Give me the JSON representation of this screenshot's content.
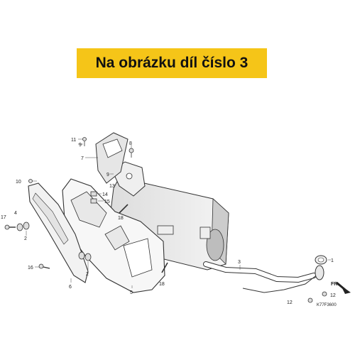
{
  "banner": {
    "text": "Na obrázku díl číslo 3",
    "color": "#f5c518"
  },
  "callouts": [
    "1",
    "2",
    "2",
    "3",
    "4",
    "5",
    "6",
    "7",
    "8",
    "9",
    "9",
    "10",
    "11",
    "12",
    "12",
    "13",
    "14",
    "15",
    "16",
    "17",
    "18",
    "18"
  ],
  "front_arrow": {
    "text": "FR."
  },
  "diagram_code": "K77F3600"
}
